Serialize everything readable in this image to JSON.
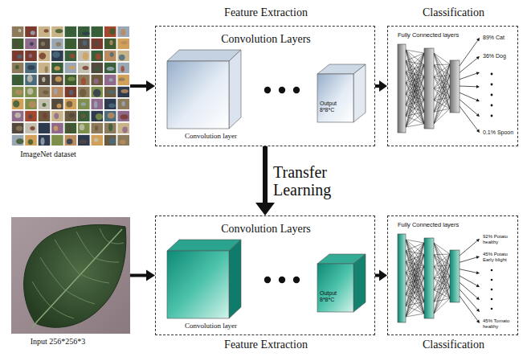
{
  "diagram": {
    "nodes": [
      {
        "text": [
          "ImageNet dataset"
        ]
      },
      {
        "text": [
          "Feature Extraction",
          "Convolution Layers"
        ]
      },
      {
        "text": [
          "Classification",
          "Fully Connected layers"
        ]
      },
      {
        "text": [
          "Input 256*256*3"
        ]
      },
      {
        "text": [
          "Convolution Layers",
          "Feature Extraction"
        ]
      },
      {
        "text": [
          "Fully Connected layers",
          "Classification"
        ]
      }
    ],
    "edges": [
      {
        "from": 0,
        "to": 1,
        "arrow": "to"
      },
      {
        "from": 1,
        "to": 2,
        "arrow": "to"
      },
      {
        "from": 1,
        "to": 4,
        "label": "Transfer Learning",
        "arrow": "to"
      },
      {
        "from": 3,
        "to": 4,
        "arrow": "to"
      },
      {
        "from": 4,
        "to": 5,
        "arrow": "to"
      }
    ],
    "labels": [
      "Convolution layer",
      "Output 8*8*C",
      "89% Cat",
      "36% Dog",
      "0.1% Spoon",
      "Convolution layer",
      "Output 8*8*C",
      "92% Potato healthy",
      "45% Potato Early blight",
      "45% Tomato healthy"
    ]
  }
}
